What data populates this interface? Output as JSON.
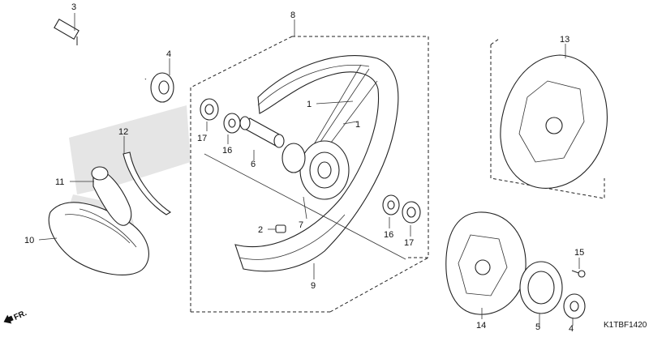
{
  "diagram": {
    "callouts": {
      "p1a": "1",
      "p1b": "1",
      "p2": "2",
      "p3": "3",
      "p4a": "4",
      "p4b": "4",
      "p5": "5",
      "p6": "6",
      "p7": "7",
      "p8": "8",
      "p9": "9",
      "p10": "10",
      "p11": "11",
      "p12": "12",
      "p13": "13",
      "p14": "14",
      "p15": "15",
      "p16a": "16",
      "p16b": "16",
      "p17a": "17",
      "p17b": "17"
    },
    "direction_label": "FR.",
    "diagram_code": "K1TBF1420"
  }
}
